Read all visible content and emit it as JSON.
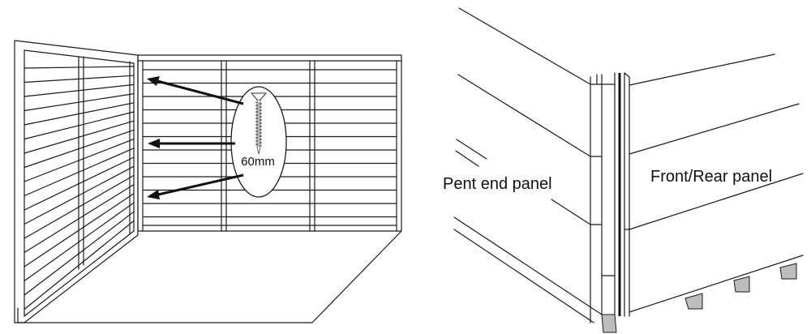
{
  "left_figure": {
    "screw_label": "60mm",
    "fixing_arrow_count": 3
  },
  "right_figure": {
    "label_end": "Pent end panel",
    "label_front": "Front/Rear panel"
  },
  "colors": {
    "line": "#1a1a1a",
    "background": "#ffffff",
    "bearer": "#bdbdbd",
    "callout_fill": "#ffffff"
  }
}
